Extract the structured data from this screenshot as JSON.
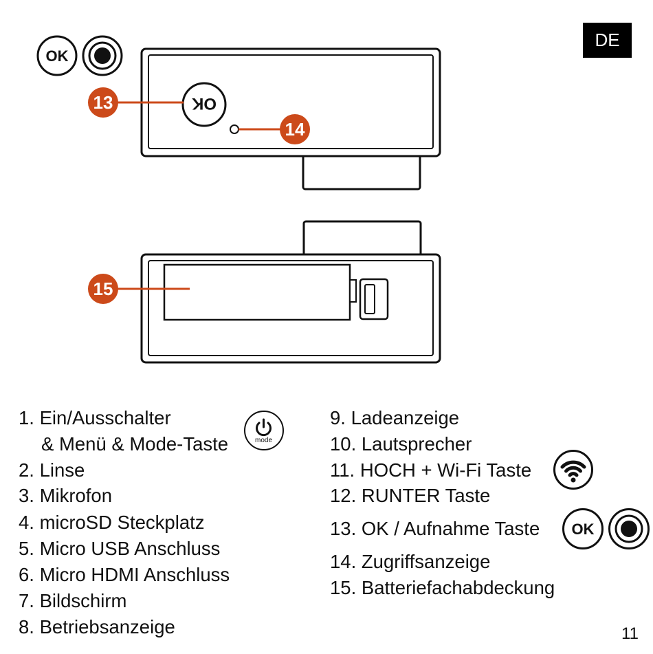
{
  "language_badge": "DE",
  "diagram": {
    "ok_label": "OK",
    "callouts": [
      "13",
      "14",
      "15"
    ],
    "callout_color": "#cc4a1a"
  },
  "legend": {
    "left": [
      {
        "line1": "1. Ein/Ausschalter",
        "line2": "& Menü & Mode-Taste"
      },
      {
        "text": "2. Linse"
      },
      {
        "text": "3. Mikrofon"
      },
      {
        "text": "4. microSD Steckplatz"
      },
      {
        "text": "5. Micro USB Anschluss"
      },
      {
        "text": "6. Micro HDMI Anschluss"
      },
      {
        "text": "7. Bildschirm"
      },
      {
        "text": "8. Betriebsanzeige"
      }
    ],
    "right": [
      {
        "text": "9. Ladeanzeige"
      },
      {
        "text": "10. Lautsprecher"
      },
      {
        "text": "11. HOCH + Wi-Fi Taste"
      },
      {
        "text": "12. RUNTER Taste"
      },
      {
        "text": "13. OK / Aufnahme Taste"
      },
      {
        "text": "14. Zugriffsanzeige"
      },
      {
        "text": "15. Batteriefachabdeckung"
      }
    ],
    "mode_icon_label": "mode",
    "ok_icon_label": "OK"
  },
  "page_number": "11"
}
